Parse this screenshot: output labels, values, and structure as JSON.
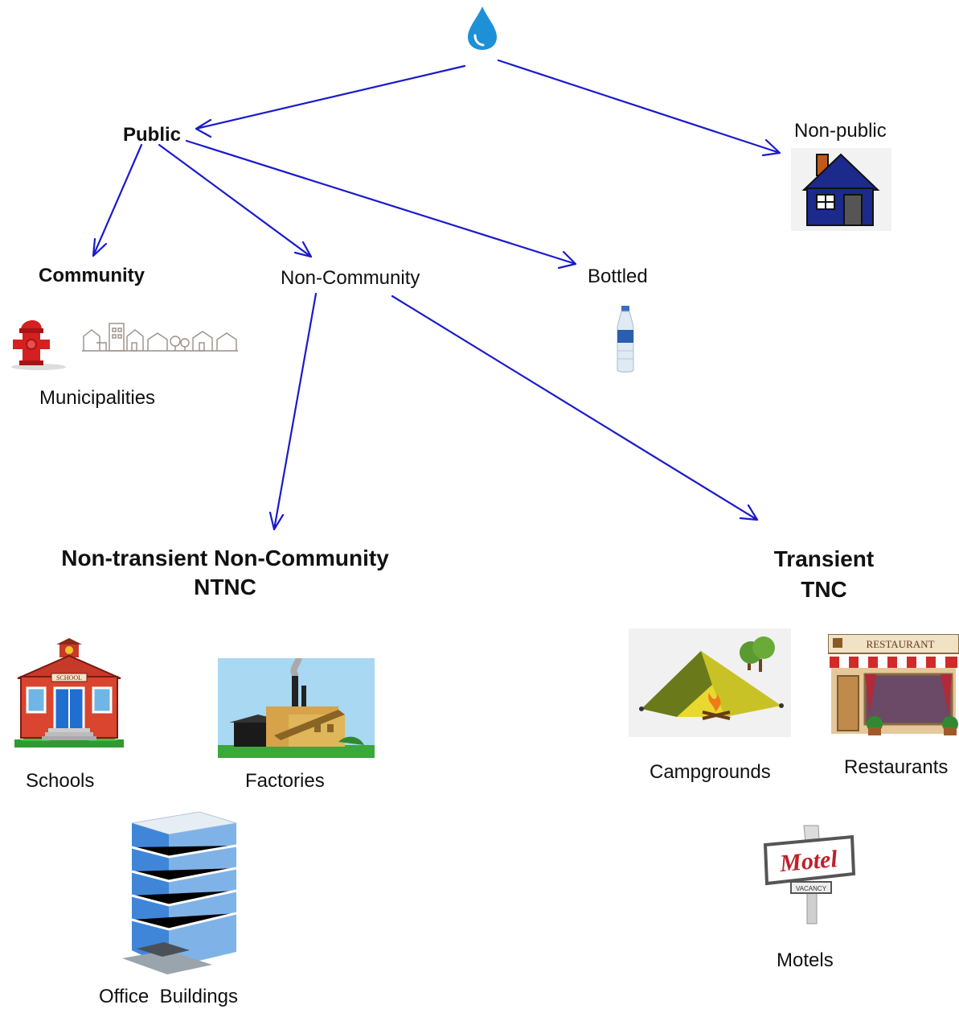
{
  "diagram": {
    "root_icon": "water-drop-icon",
    "nodes": {
      "public": "Public",
      "non_public": "Non-public",
      "community": "Community",
      "non_community": "Non-Community",
      "bottled": "Bottled",
      "ntnc_line1": "Non-transient Non-Community",
      "ntnc_line2": "NTNC",
      "tnc_line1": "Transient",
      "tnc_line2": "TNC"
    },
    "examples": {
      "municipalities": "Municipalities",
      "schools": "Schools",
      "factories": "Factories",
      "office_buildings": "Office  Buildings",
      "campgrounds": "Campgrounds",
      "restaurants": "Restaurants",
      "motels": "Motels"
    },
    "picture_text": {
      "school_sign": "SCHOOL",
      "restaurant_sign": "RESTAURANT",
      "motel_sign": "Motel",
      "vacancy_sign": "VACANCY"
    },
    "edges": [
      {
        "from": "root",
        "to": "Public"
      },
      {
        "from": "root",
        "to": "Non-public"
      },
      {
        "from": "Public",
        "to": "Community"
      },
      {
        "from": "Public",
        "to": "Non-Community"
      },
      {
        "from": "Public",
        "to": "Bottled"
      },
      {
        "from": "Non-Community",
        "to": "NTNC"
      },
      {
        "from": "Non-Community",
        "to": "TNC"
      }
    ],
    "colors": {
      "arrow": "#1a1acc",
      "water_drop": "#1e90d8",
      "house": "#1c2a8c",
      "hydrant": "#d42020"
    }
  }
}
